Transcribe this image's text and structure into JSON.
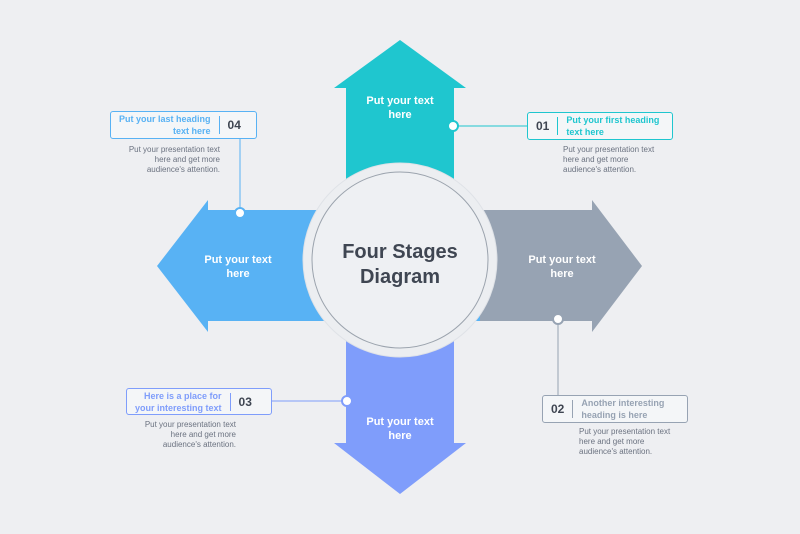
{
  "center": {
    "title_line1": "Four Stages",
    "title_line2": "Diagram"
  },
  "arrows": {
    "top": {
      "line1": "Put your text",
      "line2": "here",
      "color": "#1fc6cf"
    },
    "right": {
      "line1": "Put your text",
      "line2": "here",
      "color": "#97a3b3"
    },
    "bottom": {
      "line1": "Put your text",
      "line2": "here",
      "color": "#7f9dfb"
    },
    "left": {
      "line1": "Put your text",
      "line2": "here",
      "color": "#58b2f4"
    }
  },
  "stages": [
    {
      "number": "01",
      "heading_line1": "Put your first heading",
      "heading_line2": "text here",
      "desc_line1": "Put your presentation text",
      "desc_line2": "here and get more",
      "desc_line3": "audience's attention.",
      "color": "#1fc6cf"
    },
    {
      "number": "02",
      "heading_line1": "Another interesting",
      "heading_line2": "heading is here",
      "desc_line1": "Put your presentation text",
      "desc_line2": "here and get more",
      "desc_line3": "audience's attention.",
      "color": "#97a3b3"
    },
    {
      "number": "03",
      "heading_line1": "Here is a place for",
      "heading_line2": "your interesting text",
      "desc_line1": "Put your presentation text",
      "desc_line2": "here and get more",
      "desc_line3": "audience's attention.",
      "color": "#7f9dfb"
    },
    {
      "number": "04",
      "heading_line1": "Put your last heading",
      "heading_line2": "text here",
      "desc_line1": "Put your presentation text",
      "desc_line2": "here and get more",
      "desc_line3": "audience's attention.",
      "color": "#58b2f4"
    }
  ]
}
